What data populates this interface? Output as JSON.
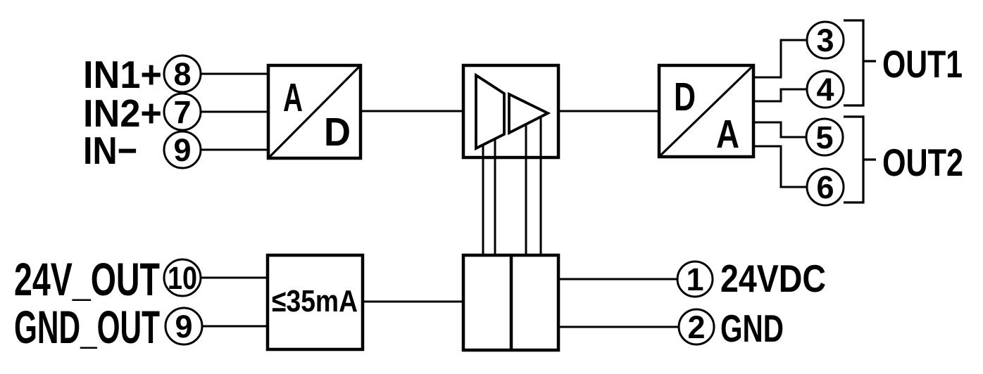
{
  "diagram": {
    "type": "block-diagram",
    "background": "#ffffff",
    "line_color": "#000000",
    "inputs": [
      {
        "label": "IN1+",
        "terminal": "8"
      },
      {
        "label": "IN2+",
        "terminal": "7"
      },
      {
        "label": "IN−",
        "terminal": "9"
      }
    ],
    "aux_power": [
      {
        "label": "24V_OUT",
        "terminal": "10"
      },
      {
        "label": "GND_OUT",
        "terminal": "9"
      }
    ],
    "blocks": {
      "adc": {
        "input_letter": "A",
        "output_letter": "D"
      },
      "dac": {
        "input_letter": "D",
        "output_letter": "A"
      },
      "current_limit": {
        "label": "≤35mA"
      }
    },
    "outputs": [
      {
        "group": "OUT1",
        "terminals": [
          "3",
          "4"
        ]
      },
      {
        "group": "OUT2",
        "terminals": [
          "5",
          "6"
        ]
      }
    ],
    "supply": [
      {
        "terminal": "1",
        "label": "24VDC"
      },
      {
        "terial_note": "",
        "terminal": "2",
        "label": "GND"
      }
    ]
  }
}
